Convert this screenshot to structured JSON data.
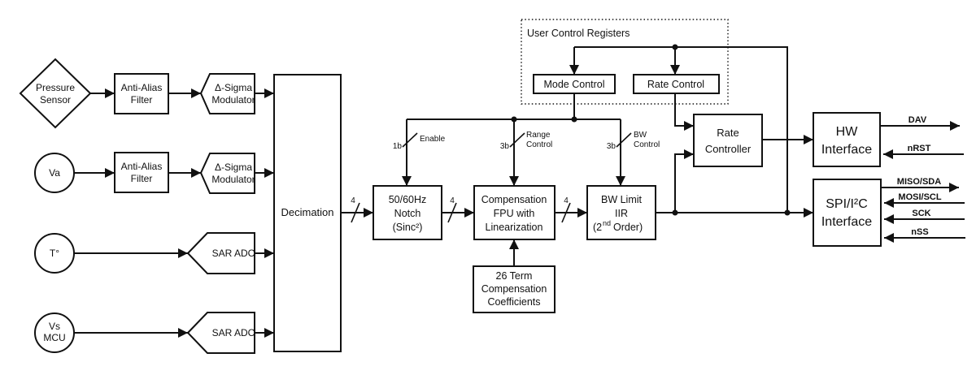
{
  "colors": {
    "ink": "#111111",
    "background": "#ffffff"
  },
  "sources": {
    "pressure_sensor": {
      "line1": "Pressure",
      "line2": "Sensor"
    },
    "va": {
      "label": "Va"
    },
    "temperature": {
      "label": "T°"
    },
    "vs_mcu": {
      "line1": "Vs",
      "line2": "MCU"
    }
  },
  "frontend": {
    "anti_alias_1": {
      "line1": "Anti-Alias",
      "line2": "Filter"
    },
    "anti_alias_2": {
      "line1": "Anti-Alias",
      "line2": "Filter"
    },
    "delta_sigma_1": {
      "line1": "Δ-Sigma",
      "line2": "Modulator"
    },
    "delta_sigma_2": {
      "line1": "Δ-Sigma",
      "line2": "Modulator"
    },
    "sar_adc_1": {
      "label": "SAR ADC"
    },
    "sar_adc_2": {
      "label": "SAR ADC"
    },
    "decimation": {
      "label": "Decimation"
    }
  },
  "dsp": {
    "notch": {
      "line1": "50/60Hz",
      "line2": "Notch",
      "line3": "(Sinc²)"
    },
    "fpu": {
      "line1": "Compensation",
      "line2": "FPU with",
      "line3": "Linearization"
    },
    "iir": {
      "line1": "BW Limit",
      "line2": "IIR",
      "line3_a": "(2",
      "line3_sup": "nd",
      "line3_b": "Order)"
    },
    "coefficients": {
      "line1": "26 Term",
      "line2": "Compensation",
      "line3": "Coefficients"
    }
  },
  "registers": {
    "title": "User Control Registers",
    "mode_control": {
      "label": "Mode Control"
    },
    "rate_control": {
      "label": "Rate Control"
    }
  },
  "control": {
    "rate_controller": {
      "line1": "Rate",
      "line2": "Controller"
    }
  },
  "interfaces": {
    "hw": {
      "line1": "HW",
      "line2": "Interface"
    },
    "spi": {
      "line1": "SPI/I²C",
      "line2": "Interface"
    }
  },
  "buses": {
    "dec_out_width": "4",
    "notch_out_width": "4",
    "fpu_out_width": "4",
    "enable": {
      "width": "1b",
      "label": "Enable"
    },
    "range": {
      "width": "3b",
      "label_line1": "Range",
      "label_line2": "Control"
    },
    "bw": {
      "width": "3b",
      "label_line1": "BW",
      "label_line2": "Control"
    }
  },
  "pins": {
    "dav": "DAV",
    "nrst": "nRST",
    "miso_sda": "MISO/SDA",
    "mosi_scl": "MOSI/SCL",
    "sck": "SCK",
    "nss": "nSS"
  }
}
